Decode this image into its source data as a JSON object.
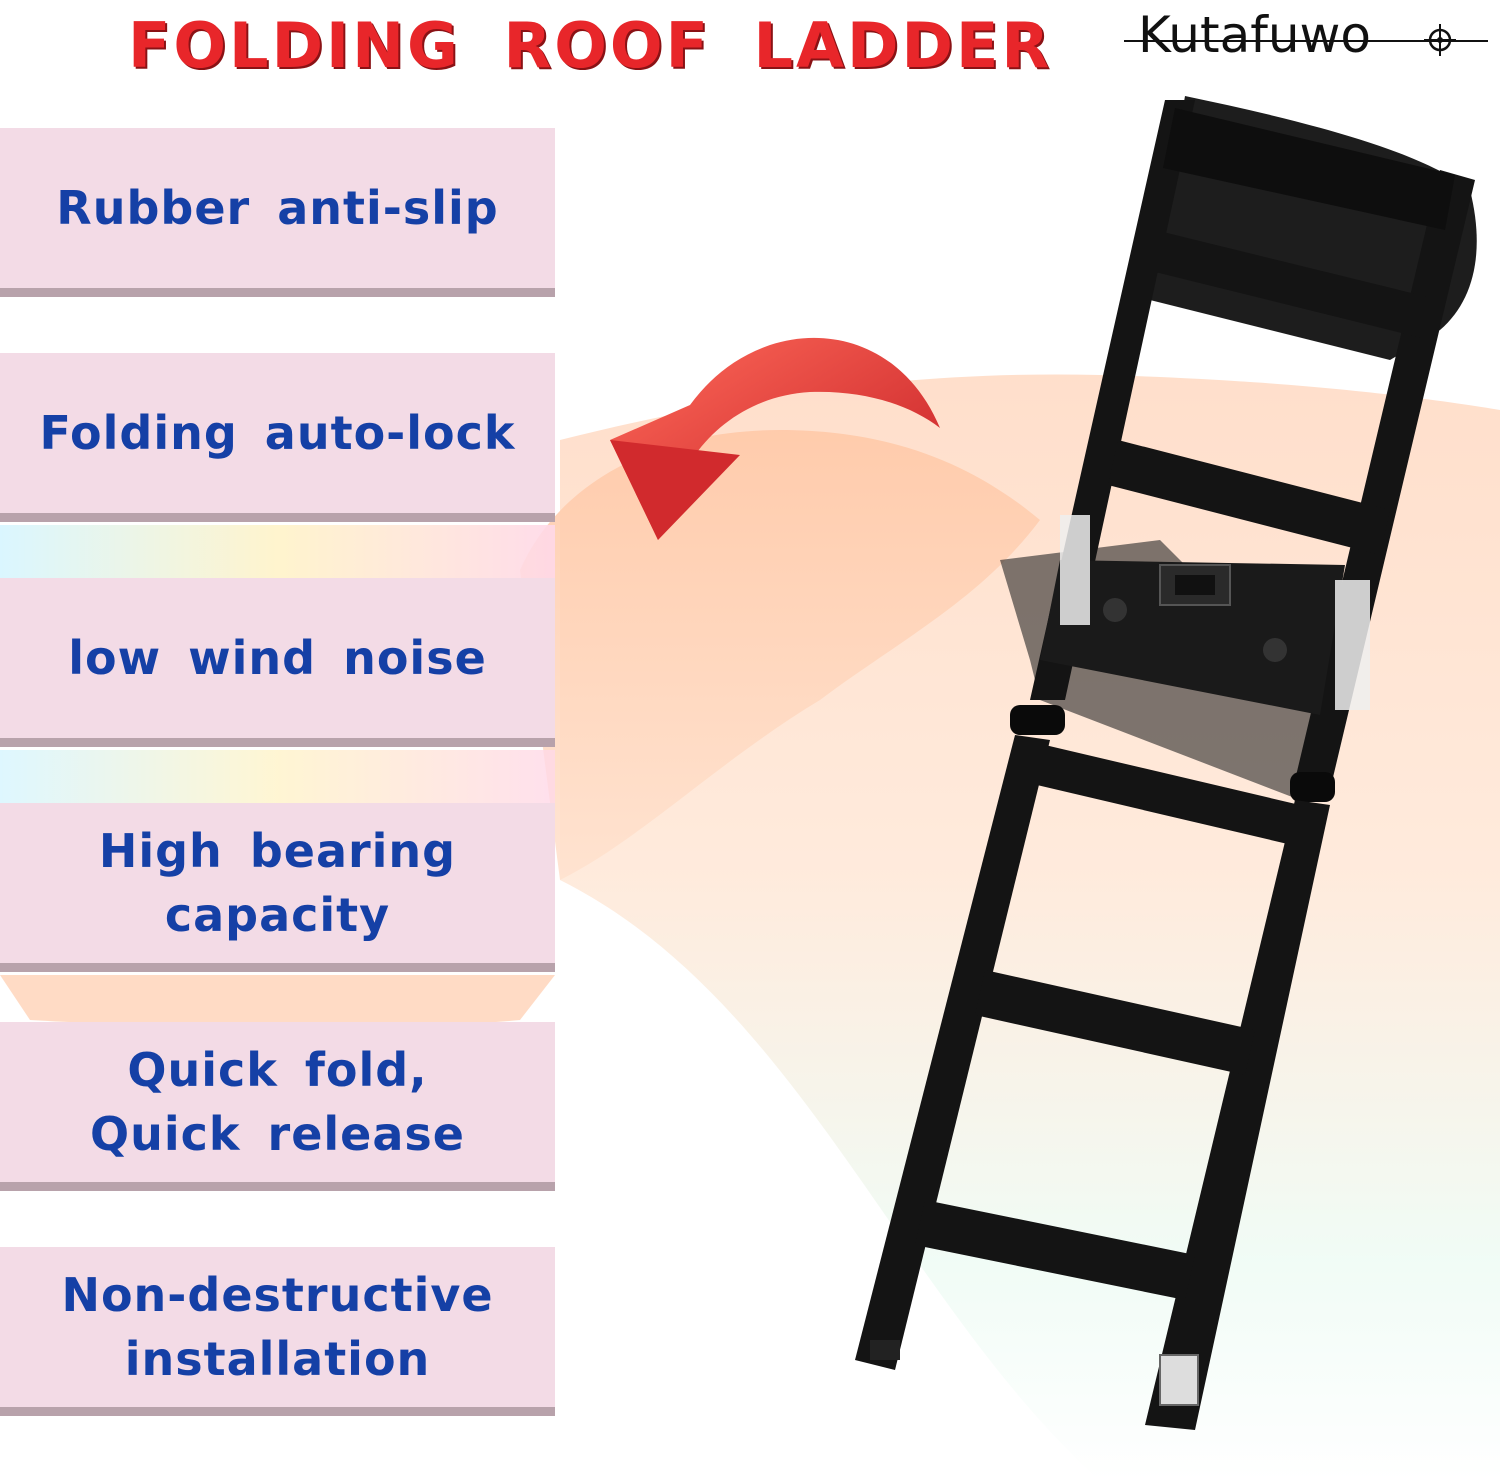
{
  "title": "FOLDING ROOF LADDER",
  "brand": "Kutafuwo",
  "features": [
    "Rubber anti-slip",
    "Folding auto-lock",
    "low wind noise",
    "High bearing\ncapacity",
    "Quick fold,\nQuick release",
    "Non-destructive\ninstallation"
  ],
  "colors": {
    "title": "#e8262a",
    "feature_text": "#1540a6",
    "feature_box": "#f3dbe6",
    "arrow": "#e03a3a",
    "ladder": "#141414"
  }
}
